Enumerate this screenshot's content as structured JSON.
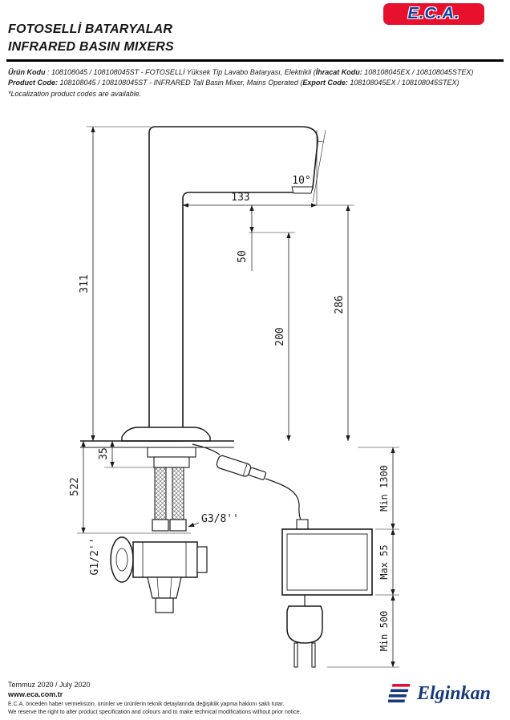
{
  "colors": {
    "accent_red": "#e8112d",
    "brand_blue": "#123e9b",
    "elginkan_blue": "#16387c",
    "line": "#1a1a1a"
  },
  "header": {
    "brand": "E.C.A.",
    "title_tr": "FOTOSELLİ BATARYALAR",
    "title_en": "INFRARED BASIN MIXERS"
  },
  "product": {
    "tr_label": "Ürün Kodu",
    "tr_text": " : 108108045 / 108108045ST - FOTOSELLİ Yüksek Tip Lavabo Bataryası, Elektrikli (",
    "tr_export_label": "İhracat Kodu:",
    "tr_export_text": " 108108045EX / 108108045STEX)",
    "en_label": "Product Code:",
    "en_text": " 108108045 / 108108045ST - INFRARED Tall Basin Mixer, Mains Operated (",
    "en_export_label": "Export Code:",
    "en_export_text": " 108108045EX / 108108045STEX)",
    "note": "*Localization product codes are available."
  },
  "drawing": {
    "dim_angle": "10°",
    "dim_spout_reach": "133",
    "dim_sensor_offset": "50",
    "dim_total_height": "311",
    "dim_spout_height": "286",
    "dim_sensor_height": "200",
    "dim_deck_thickness": "35",
    "dim_hose_length": "522",
    "label_hose_thread": "G3/8''",
    "label_valve_thread": "G1/2''",
    "dim_cable_min": "Min 1300",
    "dim_box_max": "Max 55",
    "dim_plug_min": "Min 500"
  },
  "footer": {
    "date": "Temmuz 2020 / July 2020",
    "website": "www.eca.com.tr",
    "disclaimer_tr": "E.C.A. önceden haber vermeksizin, ürünler ve ürünlerin teknik detaylarında değişiklik yapma hakkını saklı tutar.",
    "disclaimer_en": "We reserve the right to alter product specification and colours and to make technical modifications without prior notice.",
    "brand": "Elginkan"
  }
}
